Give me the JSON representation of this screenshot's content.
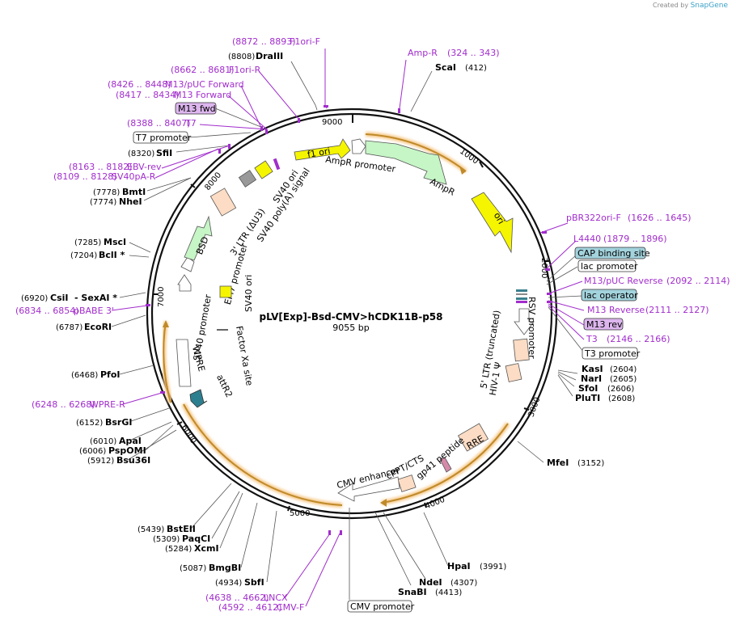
{
  "credit": {
    "prefix": "Created by",
    "brand": "SnapGene"
  },
  "plasmid": {
    "name": "pLV[Exp]-Bsd-CMV>hCDK11B-p58",
    "size": "9055 bp",
    "length": 9055
  },
  "ticks": [
    {
      "label": "1000",
      "pos": 1000
    },
    {
      "label": "2000",
      "pos": 2000
    },
    {
      "label": "3000",
      "pos": 3000
    },
    {
      "label": "4000",
      "pos": 4000
    },
    {
      "label": "5000",
      "pos": 5000
    },
    {
      "label": "6000",
      "pos": 6000
    },
    {
      "label": "7000",
      "pos": 7000
    },
    {
      "label": "8000",
      "pos": 8000
    },
    {
      "label": "9000",
      "pos": 9000
    }
  ],
  "enzymes_left": [
    {
      "name": "DraIII",
      "pos": "(8808)"
    },
    {
      "name": "SfiI",
      "pos": "(8320)"
    },
    {
      "name": "BmtI",
      "pos": "(7778)"
    },
    {
      "name": "NheI",
      "pos": "(7774)"
    },
    {
      "name": "MscI",
      "pos": "(7285)"
    },
    {
      "name": "BclI *",
      "pos": "(7204)"
    },
    {
      "name": "CsiI",
      "pos": "(6920)"
    },
    {
      "name": "- SexAI *",
      "pos": ""
    },
    {
      "name": "EcoRI",
      "pos": "(6787)"
    },
    {
      "name": "PfoI",
      "pos": "(6468)"
    },
    {
      "name": "BsrGI",
      "pos": "(6152)"
    },
    {
      "name": "ApaI",
      "pos": "(6010)"
    },
    {
      "name": "PspOMI",
      "pos": "(6006)"
    },
    {
      "name": "Bsu36I",
      "pos": "(5912)"
    },
    {
      "name": "BstEII",
      "pos": "(5439)"
    },
    {
      "name": "PaqCI",
      "pos": "(5309)"
    },
    {
      "name": "XcmI",
      "pos": "(5284)"
    },
    {
      "name": "BmgBI",
      "pos": "(5087)"
    },
    {
      "name": "SbfI",
      "pos": "(4934)"
    }
  ],
  "enzymes_right": [
    {
      "name": "ScaI",
      "pos": "(412)"
    },
    {
      "name": "KasI",
      "pos": "(2604)"
    },
    {
      "name": "NarI",
      "pos": "(2605)"
    },
    {
      "name": "SfoI",
      "pos": "(2606)"
    },
    {
      "name": "PluTI",
      "pos": "(2608)"
    },
    {
      "name": "MfeI",
      "pos": "(3152)"
    },
    {
      "name": "HpaI",
      "pos": "(3991)"
    },
    {
      "name": "NdeI",
      "pos": "(4307)"
    },
    {
      "name": "SnaBI",
      "pos": "(4413)"
    }
  ],
  "primers": [
    {
      "name": "F1ori-F",
      "range": "(8872 .. 8893)"
    },
    {
      "name": "F1ori-R",
      "range": "(8662 .. 8681)"
    },
    {
      "name": "M13/pUC Forward",
      "range": "(8426 .. 8448)"
    },
    {
      "name": "M13 Forward",
      "range": "(8417 .. 8434)"
    },
    {
      "name": "T7",
      "range": "(8388 .. 8407)"
    },
    {
      "name": "EBV-rev",
      "range": "(8163 .. 8182)"
    },
    {
      "name": "SV40pA-R",
      "range": "(8109 .. 8128)"
    },
    {
      "name": "pBABE 3'",
      "range": "(6834 .. 6854)"
    },
    {
      "name": "WPRE-R",
      "range": "(6248 .. 6268)"
    },
    {
      "name": "LNCX",
      "range": "(4638 .. 4662)"
    },
    {
      "name": "CMV-F",
      "range": "(4592 .. 4612)"
    },
    {
      "name": "Amp-R",
      "range": "(324 .. 343)"
    },
    {
      "name": "pBR322ori-F",
      "range": "(1626 .. 1645)"
    },
    {
      "name": "L4440",
      "range": "(1879 .. 1896)"
    },
    {
      "name": "M13/pUC Reverse",
      "range": "(2092 .. 2114)"
    },
    {
      "name": "M13 Reverse",
      "range": "(2111 .. 2127)"
    },
    {
      "name": "T3",
      "range": "(2146 .. 2166)"
    }
  ],
  "boxed_labels": {
    "m13fwd": "M13 fwd",
    "t7prom": "T7 promoter",
    "cap": "CAP binding site",
    "lacprom": "lac promoter",
    "lacop": "lac operator",
    "m13rev": "M13 rev",
    "t3prom": "T3 promoter",
    "cmvprom": "CMV promoter"
  },
  "features": {
    "f1ori": "f1 ori",
    "ampr_prom": "AmpR promoter",
    "ampr": "AmpR",
    "ori": "ori",
    "rsv": "RSV promoter",
    "ltr5": "5' LTR (truncated)",
    "hiv": "HIV-1 Ψ",
    "rre": "RRE",
    "gp41": "gp41 peptide",
    "cppt": "cPPT/CTS",
    "cmv_enh": "CMV enhancer",
    "attr2": "attR2",
    "wpre": "WPRE",
    "sv40prom": "SV40 promoter",
    "em7": "EM7 promoter",
    "bsd": "BSD",
    "ltr3": "3' LTR (ΔU3)",
    "sv40pa": "SV40 poly(A) signal",
    "sv40ori_top": "SV40 ori",
    "sv40ori_mid": "SV40 ori",
    "factorxa": "Factor Xa site"
  },
  "colors": {
    "primer": "#a12dcc",
    "yellow": "#f5f500",
    "green": "#c6f5c6",
    "peach": "#fcdcc4",
    "teal": "#3a7f8e",
    "orange_cds": "#e8a437",
    "box_blue": "#a3d3dd",
    "box_purple": "#ddb6ee"
  }
}
